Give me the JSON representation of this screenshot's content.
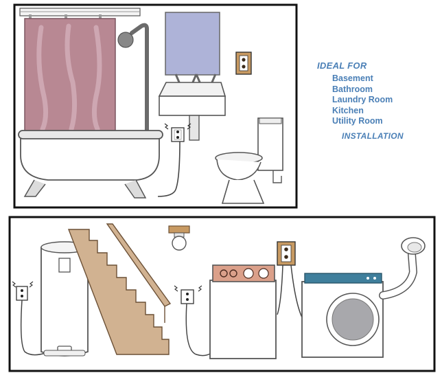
{
  "legend": {
    "heading": "IDEAL FOR",
    "items": [
      "Basement",
      "Bathroom",
      "Laundry Room",
      "Kitchen",
      "Utility Room"
    ],
    "footer": "INSTALLATION"
  },
  "colors": {
    "frame": "#111111",
    "curtain": "#b88893",
    "mirror": "#aeb3d8",
    "stair_wood": "#d1b291",
    "outlet_plate": "#c89a62",
    "washer_panel": "#dba08a",
    "dryer_panel": "#3f7f9c",
    "drum": "#a8a8ac",
    "line": "#444444"
  },
  "icons": [
    "gfci-plug-icon",
    "outlet-icon",
    "ceiling-light-icon"
  ]
}
